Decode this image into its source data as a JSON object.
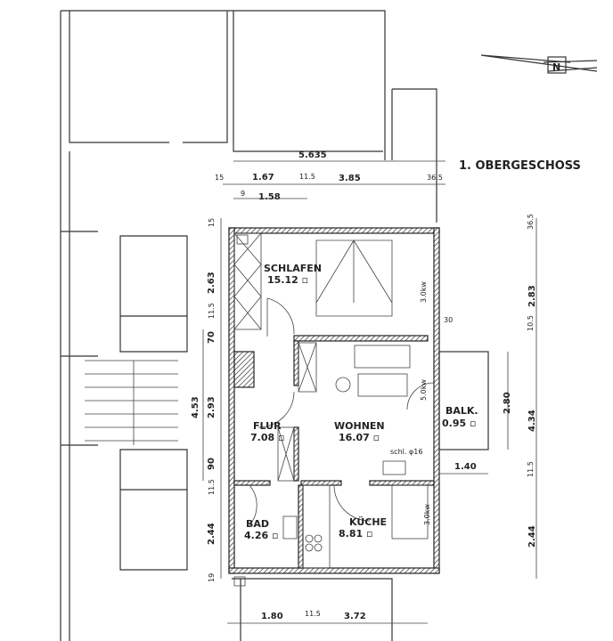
{
  "title": "1. OBERGESCHOSS",
  "north_label": "N",
  "rooms": [
    {
      "name": "SCHLAFEN",
      "area": "15.12 ▫"
    },
    {
      "name": "FLUR",
      "area": "7.08 ▫"
    },
    {
      "name": "WOHNEN",
      "area": "16.07 ▫"
    },
    {
      "name": "BALK.",
      "area": "0.95 ▫"
    },
    {
      "name": "BAD",
      "area": "4.26 ▫"
    },
    {
      "name": "KÜCHE",
      "area": "8.81 ▫"
    }
  ],
  "annotations": {
    "radiator_schlafen": "3.0kw",
    "radiator_wohnen": "5.0kw",
    "radiator_kueche": "3.0kw",
    "chimney": "schl. φ16"
  },
  "dims_top": [
    "5.635",
    "15",
    "1.67",
    "11.5",
    "3.85",
    "36.5",
    "9",
    "1.58"
  ],
  "dims_left": [
    "15",
    "2.63",
    "11.5",
    "70",
    "4.53",
    "2.93",
    "90",
    "11.5",
    "2.44",
    "19"
  ],
  "dims_right": [
    "36.5",
    "2.83",
    "10.5",
    "30",
    "2.80",
    "4.34",
    "1.40",
    "11.5",
    "2.44"
  ],
  "dims_bottom": [
    "1.80",
    "11.5",
    "3.72"
  ]
}
